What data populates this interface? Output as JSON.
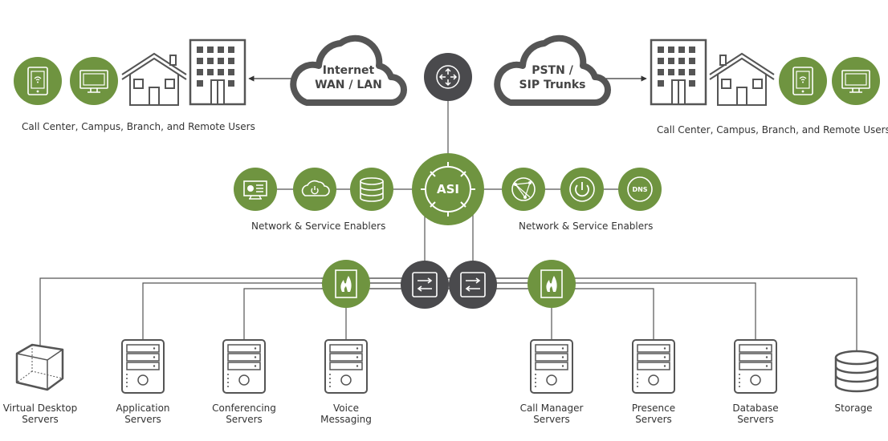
{
  "clouds": {
    "internet": {
      "line1": "Internet",
      "line2": "WAN / LAN"
    },
    "pstn": {
      "line1": "PSTN /",
      "line2": "SIP Trunks"
    }
  },
  "hub": {
    "label": "ASI"
  },
  "dns_label": "DNS",
  "users": {
    "left_label": "Call Center, Campus, Branch, and Remote Users",
    "right_label": "Call Center, Campus, Branch, and Remote Users"
  },
  "enablers": {
    "left_label": "Network & Service Enablers",
    "right_label": "Network & Service Enablers"
  },
  "servers": [
    {
      "line1": "Virtual Desktop",
      "line2": "Servers"
    },
    {
      "line1": "Application",
      "line2": "Servers"
    },
    {
      "line1": "Conferencing",
      "line2": "Servers"
    },
    {
      "line1": "Voice",
      "line2": "Messaging"
    },
    {
      "line1": "Call Manager",
      "line2": "Servers"
    },
    {
      "line1": "Presence",
      "line2": "Servers"
    },
    {
      "line1": "Database",
      "line2": "Servers"
    },
    {
      "line1": "Storage",
      "line2": ""
    }
  ],
  "colors": {
    "green": "#6f9440",
    "dark": "#4a4a4d",
    "line": "#555555",
    "icon": "#555555"
  }
}
